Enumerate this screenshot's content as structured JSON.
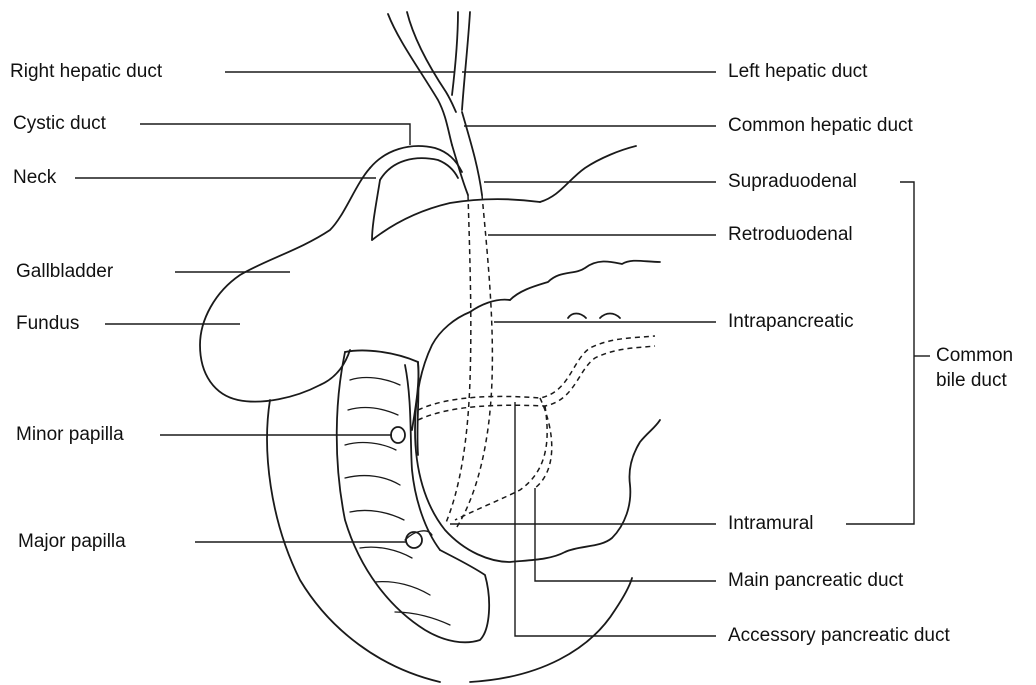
{
  "labels": {
    "right_hepatic_duct": "Right hepatic duct",
    "cystic_duct": "Cystic duct",
    "neck": "Neck",
    "gallbladder": "Gallbladder",
    "fundus": "Fundus",
    "minor_papilla": "Minor papilla",
    "major_papilla": "Major papilla",
    "left_hepatic_duct": "Left hepatic duct",
    "common_hepatic_duct": "Common hepatic duct",
    "supraduodenal": "Supraduodenal",
    "retroduodenal": "Retroduodenal",
    "intrapancreatic": "Intrapancreatic",
    "intramural": "Intramural",
    "main_pancreatic_duct": "Main pancreatic duct",
    "accessory_pancreatic_duct": "Accessory pancreatic duct",
    "common_bile_duct_line1": "Common",
    "common_bile_duct_line2": "bile duct"
  },
  "colors": {
    "ink": "#1a1a1a",
    "background": "#ffffff"
  }
}
